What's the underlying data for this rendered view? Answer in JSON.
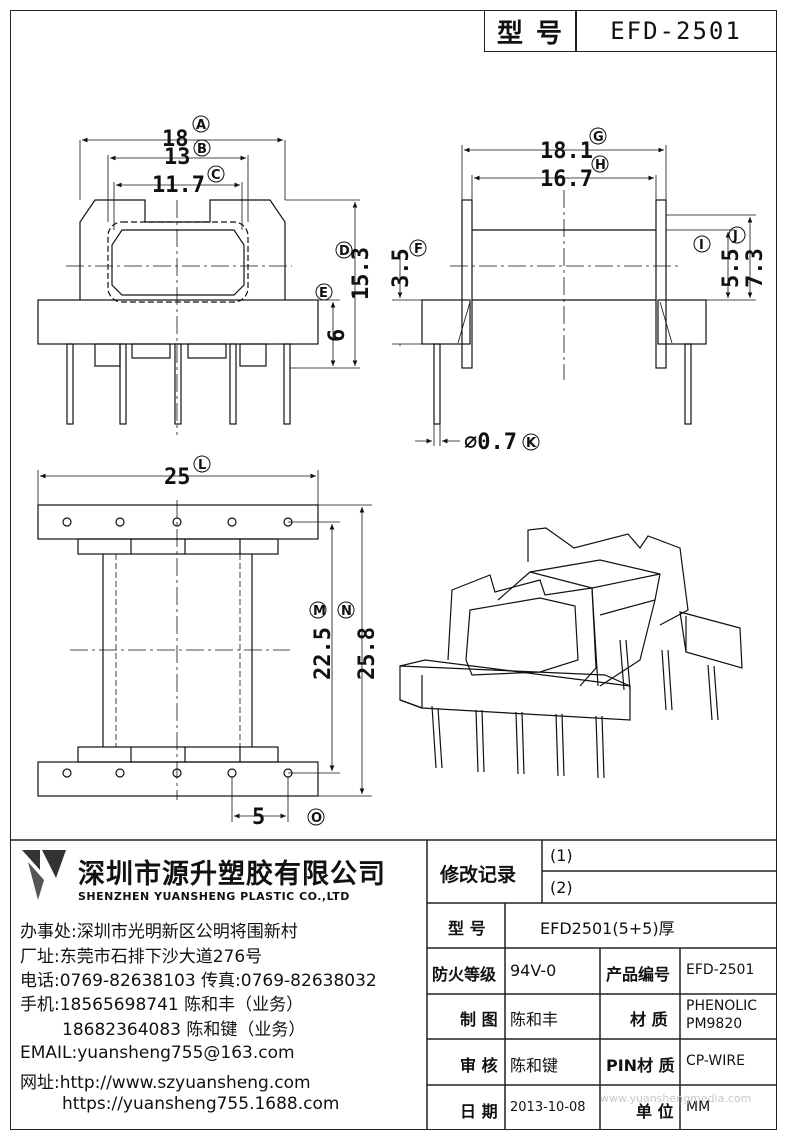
{
  "header": {
    "model_label": "型 号",
    "model_value": "EFD-2501"
  },
  "dimensions": {
    "front": [
      {
        "letter": "A",
        "value": "18"
      },
      {
        "letter": "B",
        "value": "13"
      },
      {
        "letter": "C",
        "value": "11.7"
      },
      {
        "letter": "D",
        "value": "15.3"
      },
      {
        "letter": "E",
        "value": "6"
      }
    ],
    "side": [
      {
        "letter": "G",
        "value": "18.1"
      },
      {
        "letter": "H",
        "value": "16.7"
      },
      {
        "letter": "F",
        "value": "3.5"
      },
      {
        "letter": "I",
        "value": "5.5"
      },
      {
        "letter": "J",
        "value": "7.3"
      },
      {
        "letter": "K",
        "value": "⌀0.7"
      }
    ],
    "top": [
      {
        "letter": "L",
        "value": "25"
      },
      {
        "letter": "M",
        "value": "22.5"
      },
      {
        "letter": "N",
        "value": "25.8"
      },
      {
        "letter": "O",
        "value": "5"
      }
    ]
  },
  "company": {
    "name_cn": "深圳市源升塑胶有限公司",
    "name_en": "SHENZHEN YUANSHENG PLASTIC CO.,LTD",
    "office": "办事处:深圳市光明新区公明将围新村",
    "factory": "厂址:东莞市石排下沙大道276号",
    "phone": "电话:0769-82638103 传真:0769-82638032",
    "mobile1": "手机:18565698741 陈和丰（业务）",
    "mobile2": "18682364083 陈和键（业务）",
    "email": "EMAIL:yuansheng755@163.com",
    "web1": "网址:http://www.szyuansheng.com",
    "web2": "https://yuansheng755.1688.com"
  },
  "revision": {
    "label": "修改记录",
    "row1": "(1)",
    "row2": "(2)"
  },
  "title_block": {
    "model_label": "型 号",
    "model_value": "EFD2501(5+5)厚",
    "fire_label": "防火等级",
    "fire_value": "94V-0",
    "product_no_label": "产品编号",
    "product_no_value": "EFD-2501",
    "drawn_label": "制 图",
    "drawn_value": "陈和丰",
    "material_label": "材 质",
    "material_value_1": "PHENOLIC",
    "material_value_2": "PM9820",
    "review_label": "审 核",
    "review_value": "陈和键",
    "pin_label": "PIN材 质",
    "pin_value": "CP-WIRE",
    "date_label": "日 期",
    "date_value": "2013-10-08",
    "unit_label": "单 位",
    "unit_value": "MM"
  },
  "watermark": "www.yuanshengmedia.com"
}
